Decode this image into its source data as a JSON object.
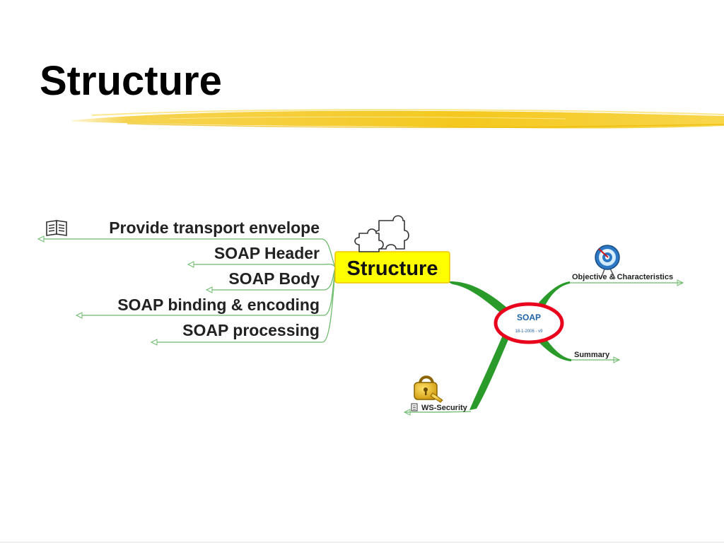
{
  "slide": {
    "title": "Structure"
  },
  "mindmap": {
    "center": {
      "label": "Structure",
      "highlight_color": "#ffff00",
      "icon": "puzzle-icon"
    },
    "root": {
      "label": "SOAP",
      "date": "18-1-2006 - v9",
      "ring_color": "#e8001c"
    },
    "structure_branches": [
      {
        "label": "Provide transport envelope",
        "icon": "book-icon"
      },
      {
        "label": "SOAP Header"
      },
      {
        "label": "SOAP Body"
      },
      {
        "label": "SOAP binding & encoding"
      },
      {
        "label": "SOAP processing"
      }
    ],
    "root_branches": [
      {
        "label": "Objective & Characteristics",
        "icon": "target-icon"
      },
      {
        "label": "Summary"
      },
      {
        "label": "WS-Security",
        "icon": "padlock-icon",
        "note_icon": "note-icon"
      }
    ],
    "colors": {
      "connector": "#2a9b2a",
      "thin_line": "#6dbb6d",
      "highlight_stroke": "#f2c400"
    }
  }
}
